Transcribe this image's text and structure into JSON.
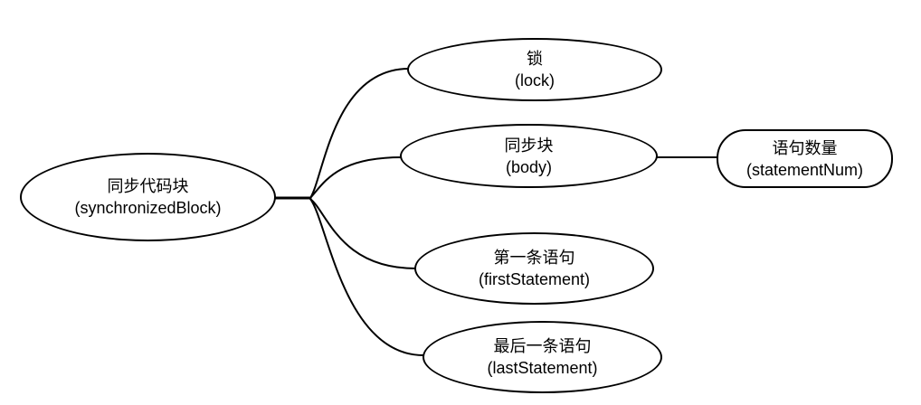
{
  "colors": {
    "stroke": "#000000",
    "node_fill": "#ffffff",
    "text": "#000000",
    "background": "#ffffff"
  },
  "tree": {
    "root": {
      "title": "同步代码块",
      "subtitle": "(synchronizedBlock)"
    },
    "children": [
      {
        "title": "锁",
        "subtitle": "(lock)"
      },
      {
        "title": "同步块",
        "subtitle": "(body)",
        "children": [
          {
            "title": "语句数量",
            "subtitle": "(statementNum)"
          }
        ]
      },
      {
        "title": "第一条语句",
        "subtitle": "(firstStatement)"
      },
      {
        "title": "最后一条语句",
        "subtitle": "(lastStatement)"
      }
    ]
  }
}
